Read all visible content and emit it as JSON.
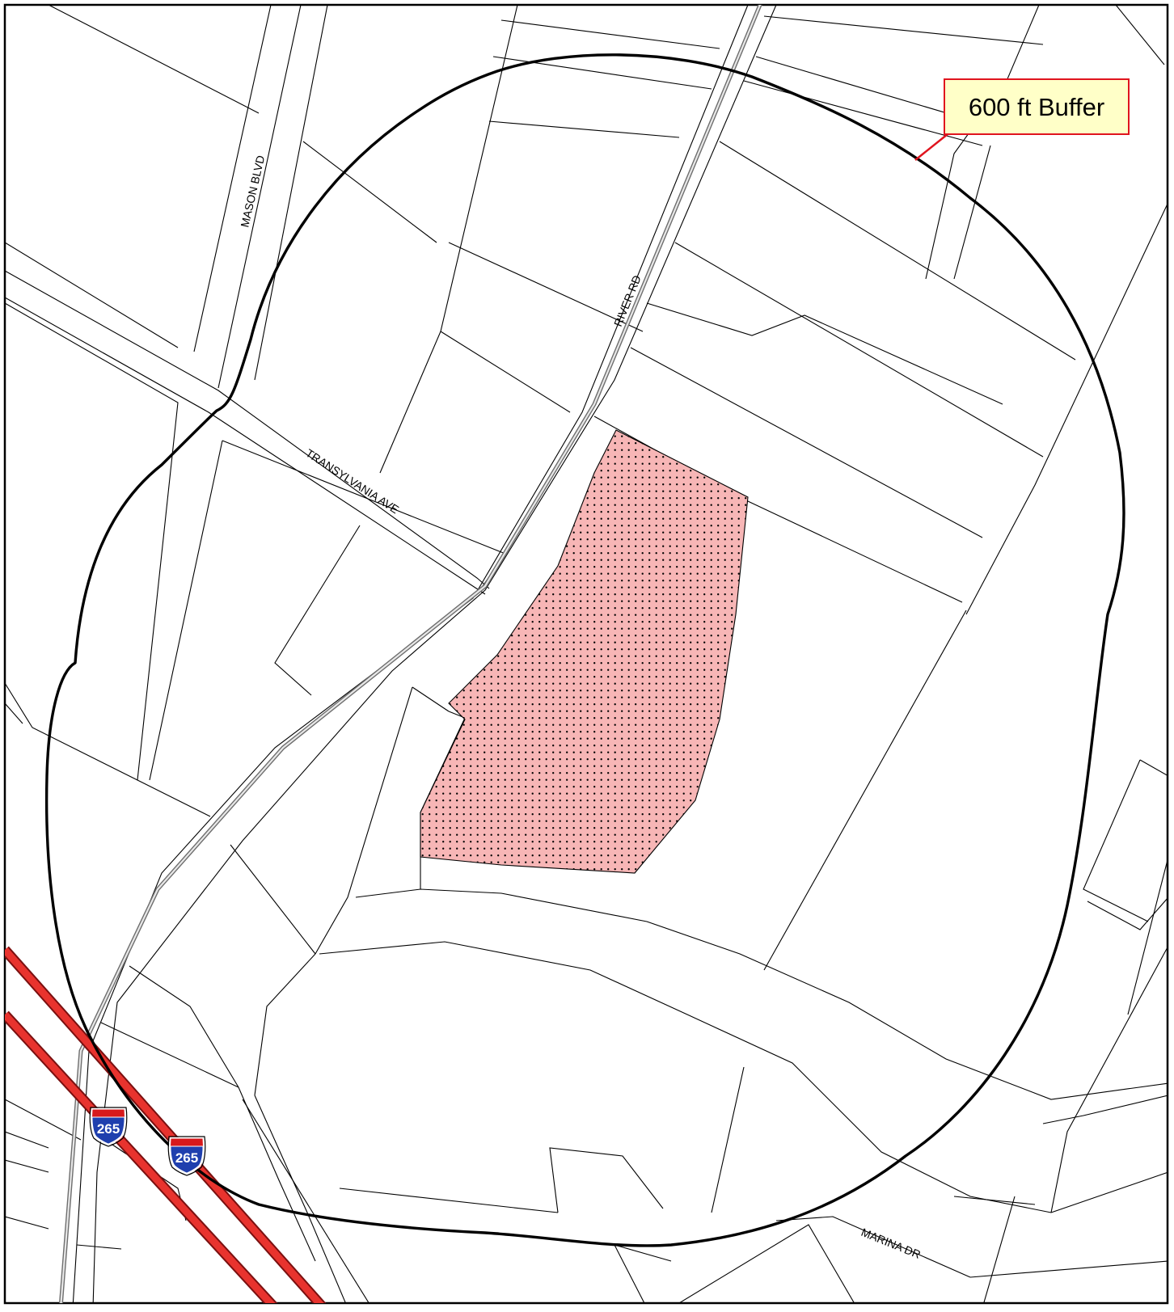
{
  "map": {
    "callout": {
      "label": "600 ft Buffer"
    },
    "streets": {
      "mason_blvd": "MASON BLVD",
      "river_rd": "RIVER RD",
      "transylvania_ave": "TRANSYLVANIA AVE",
      "marina_dr": "MARINA DR"
    },
    "interstate": {
      "number": "265",
      "shield_colors": {
        "top": "#d7191c",
        "body": "#1f3fae",
        "border": "#ffffff"
      }
    },
    "colors": {
      "subject_parcel_fill": "#f7b6b6",
      "subject_parcel_dots": "#000000",
      "buffer_outline": "#000000",
      "interstate_line": "#e8332e",
      "callout_fill": "#ffffc8",
      "callout_border": "#e0141e"
    }
  }
}
